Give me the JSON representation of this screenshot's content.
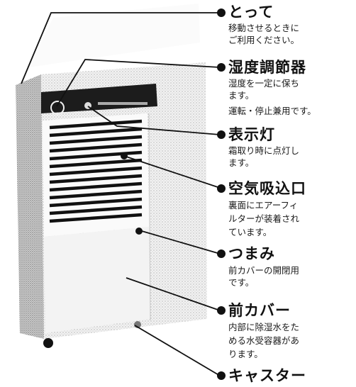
{
  "labels": [
    {
      "id": "handle",
      "title": "とって",
      "desc": [
        "移動させるときに",
        "ご利用ください。"
      ]
    },
    {
      "id": "humidistat",
      "title": "湿度調節器",
      "desc": [
        "湿度を一定に保ち",
        "ます。",
        "運転・停止兼用です。"
      ]
    },
    {
      "id": "indicator-lamp",
      "title": "表示灯",
      "desc": [
        "霜取り時に点灯し",
        "ます。"
      ]
    },
    {
      "id": "air-intake",
      "title": "空気吸込口",
      "desc": [
        "裏面にエアーフィ",
        "ルターが装着され",
        "ています。"
      ]
    },
    {
      "id": "knob",
      "title": "つまみ",
      "desc": [
        "前カバーの開閉用",
        "です。"
      ]
    },
    {
      "id": "front-cover",
      "title": "前カバー",
      "desc": [
        "内部に除湿水をた",
        "める水受容器があ",
        "ります。"
      ]
    },
    {
      "id": "caster",
      "title": "キャスター",
      "desc": []
    }
  ],
  "colors": {
    "ink": "#111111",
    "panel": "#1c1c1c",
    "body_shade": "#d8d8d8"
  }
}
